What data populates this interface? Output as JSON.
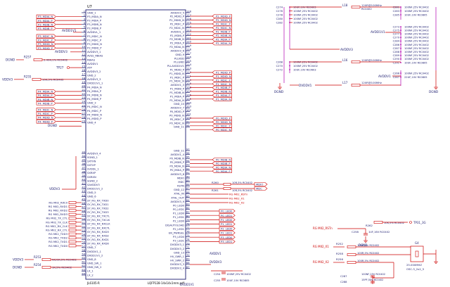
{
  "chip": {
    "ref": "U7",
    "pn": "JL6105-R",
    "pkg": "LQFP128-14x14x1mm.pdf",
    "left_pins": [
      [
        "1",
        "GND_1"
      ],
      [
        "2",
        "P3_MDIA_N"
      ],
      [
        "3",
        "P3_MDIA_P"
      ],
      [
        "4",
        "P3_MDIB_N"
      ],
      [
        "5",
        "P3_MDIB_P"
      ],
      [
        "6",
        "AVDDVL_1"
      ],
      [
        "7",
        "P3_MDIC_N"
      ],
      [
        "8",
        "P3_MDIC_P"
      ],
      [
        "9",
        "P3_MDID_N"
      ],
      [
        "10",
        "P3_MDID_P"
      ],
      [
        "11",
        "AVDDV3_1"
      ],
      [
        "12",
        "AVSS_RBIAS"
      ],
      [
        "13",
        "RBIAS"
      ],
      [
        "14",
        "AVDDV1"
      ],
      [
        "15",
        "ATP"
      ],
      [
        "16",
        "AVDDV3_2"
      ],
      [
        "17",
        "GND_2"
      ],
      [
        "18",
        "AVDDV3_3"
      ],
      [
        "19",
        "DVDD1V1_1"
      ],
      [
        "20",
        "P4_MDIA_N"
      ],
      [
        "21",
        "P4_MDIA_P"
      ],
      [
        "22",
        "P4_MDIB_N"
      ],
      [
        "23",
        "P4_MDIB_P"
      ],
      [
        "24",
        "GND_3"
      ],
      [
        "25",
        "P4_MDIC_N"
      ],
      [
        "26",
        "P4_MDIC_P"
      ],
      [
        "27",
        "P4_MDID_N"
      ],
      [
        "28",
        "P4_MDID_P"
      ],
      [
        "29",
        "GND_4"
      ],
      [
        "33",
        "AVDDV3_4"
      ],
      [
        "34",
        "SGND_1"
      ],
      [
        "35",
        "SXTXN"
      ],
      [
        "36",
        "SXTXP"
      ],
      [
        "37",
        "SVDDL_1"
      ],
      [
        "38",
        "SXRXP"
      ],
      [
        "39",
        "SXRXN"
      ],
      [
        "40",
        "SGND_2"
      ],
      [
        "41",
        "SAVDDV3"
      ],
      [
        "42",
        "DVDD1V1_2"
      ],
      [
        "43",
        "GND_5"
      ],
      [
        "44",
        "GND_6"
      ],
      [
        "45",
        "SY_RG_RX_TXD0"
      ],
      [
        "46",
        "SY_RG_RX_TXD1"
      ],
      [
        "47",
        "SY_RG_RX_TXD2"
      ],
      [
        "48",
        "SY_RG_RX_TXD3"
      ],
      [
        "49",
        "SY_RG_RX_TXCTL"
      ],
      [
        "50",
        "SY_RG_RX_TXCLK"
      ],
      [
        "51",
        "SY_RG_RX_RXCLK"
      ],
      [
        "52",
        "SY_RG_RX_RXCTL"
      ],
      [
        "53",
        "SY_RG_RX_RXD3"
      ],
      [
        "54",
        "SY_RG_RX_RXD2"
      ],
      [
        "55",
        "SY_RG_RX_RXD1"
      ],
      [
        "56",
        "SY_RG_RX_RXD0"
      ],
      [
        "57",
        "GND_7"
      ],
      [
        "58",
        "DVDDV1_1"
      ],
      [
        "59",
        "DVDD1V1_2"
      ],
      [
        "60",
        "GND_8"
      ],
      [
        "61",
        "GND_SW_1"
      ],
      [
        "62",
        "GND_SW_2"
      ],
      [
        "63",
        "LX_1"
      ],
      [
        "64",
        "LX_2"
      ]
    ],
    "right_pins": [
      [
        "128",
        "AVDDV3_5"
      ],
      [
        "127",
        "P2_MDID_P"
      ],
      [
        "126",
        "P2_MDID_N"
      ],
      [
        "125",
        "P2_MDIC_P"
      ],
      [
        "124",
        "P2_MDIC_N"
      ],
      [
        "123",
        "AVDDVL_2"
      ],
      [
        "122",
        "P2_MDIB_P"
      ],
      [
        "121",
        "P2_MDIB_N"
      ],
      [
        "120",
        "P2_MDIA_P"
      ],
      [
        "119",
        "P2_MDIA_N"
      ],
      [
        "118",
        "AVDDV3_6"
      ],
      [
        "117",
        "GND_9"
      ],
      [
        "116",
        "PLLVDD"
      ],
      [
        "115",
        "PLLGND"
      ],
      [
        "114",
        "PLLAVDD1V1"
      ],
      [
        "113",
        "P1_MDID_P"
      ],
      [
        "112",
        "P1_MDID_N"
      ],
      [
        "111",
        "P1_MDIC_P"
      ],
      [
        "110",
        "P1_MDIC_N"
      ],
      [
        "109",
        "AVDDV1_3"
      ],
      [
        "108",
        "P1_MDIB_P"
      ],
      [
        "107",
        "P1_MDIB_N"
      ],
      [
        "106",
        "P1_MDIA_P"
      ],
      [
        "105",
        "P1_MDIA_N"
      ],
      [
        "104",
        "GND_10"
      ],
      [
        "103",
        "AVDDV3_7"
      ],
      [
        "102",
        "P0_MDID_P"
      ],
      [
        "101",
        "P0_MDID_N"
      ],
      [
        "100",
        "P0_MDIC_P"
      ],
      [
        "99",
        "P0_MDIC_N"
      ],
      [
        "98",
        "GND_11"
      ],
      [
        "97",
        "GND_11"
      ],
      [
        "96",
        "AVDDV1_4"
      ],
      [
        "95",
        "P0_MDIB_N"
      ],
      [
        "94",
        "P0_MDIB_P"
      ],
      [
        "93",
        "P0_MDIA_N"
      ],
      [
        "92",
        "P0_MDIA_P"
      ],
      [
        "91",
        "AVDDV3_8"
      ],
      [
        "90",
        "MDIO"
      ],
      [
        "89",
        "MDC"
      ],
      [
        "88",
        "RSTN"
      ],
      [
        "87",
        "GND_12"
      ],
      [
        "86",
        "XTAL_IN"
      ],
      [
        "85",
        "XTAL_OUT"
      ],
      [
        "84",
        "AVDDV3_9"
      ],
      [
        "83",
        "P0_LED0"
      ],
      [
        "82",
        "P0_LED1"
      ],
      [
        "81",
        "P1_LED0"
      ],
      [
        "80",
        "P1_LED1"
      ],
      [
        "79",
        "P2_LED0"
      ],
      [
        "78",
        "DISAUTOLOAD"
      ],
      [
        "77",
        "P2_LED1"
      ],
      [
        "76",
        "EN_PWRSEL"
      ],
      [
        "75",
        "P3_LED0"
      ],
      [
        "74",
        "P3_LED1"
      ],
      [
        "73",
        "DVDDV3_1"
      ],
      [
        "72",
        "DVDDV3_2"
      ],
      [
        "71",
        "GND_13"
      ],
      [
        "70",
        "HV_SWR_1"
      ],
      [
        "69",
        "HV_SWR_2"
      ],
      [
        "68",
        "DVDDV3_3"
      ],
      [
        "67",
        "DVDDV3_4"
      ]
    ]
  },
  "left_nets": {
    "p3_top": [
      "P3_MDIA_N",
      "P3_MDIA_P",
      "P3_MDIB_N",
      "P3_MDIB_P"
    ],
    "p3_bot": [
      "P3_MDIC_N",
      "P3_MDIC_P",
      "P3_MDID_N",
      "P3_MDID_P"
    ],
    "p4_top": [
      "P4_MDIA_N",
      "P4_MDIA_P",
      "P4_MDIB_N",
      "P4_MDIB_P"
    ],
    "p4_bot": [
      "P4_MDIC_N",
      "P4_MDIC_P",
      "P4_MDID_N",
      "P4_MDID_P"
    ],
    "avdd1v1": "AVDD1V1",
    "avddv3": "AVDDV3",
    "dgnd": "DGND",
    "r257": "R257",
    "r257_val": "2.49K,1% RC0402",
    "tp27": "TP27",
    "vddv3": "VDDV3",
    "r255": "R255",
    "r255_val": "10K,5% RC0402",
    "rgmii": [
      "RG MII2_RXC0",
      "RG MII2_RXD1",
      "RG MII2_RXD2",
      "RG MII2_RXD3",
      "RG MII2_TX_CTL",
      "RG MII2_TX_CLK",
      "RG MII2_RX_CLK",
      "RG MII2_RX_CTL",
      "RG MII2_TXD3",
      "RG MII2_TXD2",
      "RG MII2_TXD1",
      "RG MII2_TXD0"
    ],
    "r_bot1": "R253",
    "r_bot1_val": "NC/1K,5% RC0402",
    "r_bot2": "R254",
    "r_bot2_val": "1K,5% RC0402"
  },
  "right_nets": {
    "p2": [
      "P2_MDID_P",
      "P2_MDID_N",
      "P2_MDIC_P",
      "P2_MDIC_N",
      "P2_MDIB_P",
      "P2_MDIB_N",
      "P2_MDIA_P",
      "P2_MDIA_N"
    ],
    "p1": [
      "P1_MDID_P",
      "P1_MDID_N",
      "P1_MDIC_P",
      "P1_MDIC_N",
      "P1_MDIB_P",
      "P1_MDIB_N",
      "P1_MDIA_P",
      "P1_MDIA_N"
    ],
    "p0a": [
      "P0_MDID_P",
      "P0_MDID_N",
      "P0_MDIC_P",
      "P0_MDIC_N"
    ],
    "p0b": [
      "P0_MDIB_N",
      "P0_MDIB_P",
      "P0_MDIA_N",
      "P0_MDIA_P"
    ],
    "r_mdio": "R260",
    "r_mdio_val": "10R,5% RC0402",
    "r_mdc": "R261",
    "r_mdc_val": "10R,5% RC0402",
    "mdio": "MDIO",
    "mdc": "MDC",
    "rstn": "RG MII2_RSTn",
    "x1": "RG MII2_X1",
    "x2": "RG MII2_X2",
    "leds": [
      "P0_LED0",
      "P0_LED1",
      "P1_LED0",
      "P1_LED1",
      "P2_LED0",
      "P2_LED1",
      "P3_LED0",
      "P3_LED1"
    ],
    "avddv1": "AVDDV1",
    "dvddv3": "DVDDV3",
    "dvdd1v1": "DVDD1V1",
    "cap1": "C254",
    "cap1_val": "100NF,25V RC0402",
    "cap2": "C255",
    "cap2_val": "10UF,10V RC0805"
  },
  "power": {
    "caps_top_left": [
      "C274",
      "C276",
      "C278",
      "C280",
      "C282"
    ],
    "caps_top_left_val": [
      "10UF,10V RC0603",
      "100NF,25V RC0402",
      "100NF,25V RC0402",
      "100NF,25V RC0402",
      "100NF,25V RC0402"
    ],
    "l1": "L18",
    "l1_val": "120R@100MHz",
    "r1": "RC0402",
    "caps_top_right": [
      "C281",
      "C283",
      "C285"
    ],
    "caps_top_right_val": [
      "100NF,25V RC0402",
      "100NF,25V RC0402",
      "10UF,10V RC0805"
    ],
    "caps_mid": [
      "C273",
      "C275",
      "C277",
      "C279",
      "C284",
      "C286",
      "C287",
      "C288",
      "C289",
      "C290",
      "C291"
    ],
    "caps_mid_val": [
      "100NF,25V RC0402",
      "100NF,25V RC0402",
      "100NF,25V RC0402",
      "100NF,25V RC0402",
      "100NF,25V RC0402",
      "100NF,25V RC0402",
      "100NF,25V RC0402",
      "100NF,25V RC0402",
      "100NF,25V RC0402",
      "100NF,25V RC0402",
      "10UF,10V RC0805"
    ],
    "avdd1v1": "AVDD1V1",
    "avddv3": "AVDDV3",
    "l2": "L16",
    "l2_val": "120R@100MHz",
    "caps_b_left": [
      "C268",
      "C270",
      "C272"
    ],
    "caps_b_left_val": [
      "100NF,25V RC0402",
      "100NF,25V RC0402",
      "10UF,10V RC0603"
    ],
    "dvddv1": "DVDDV1",
    "l3": "L17",
    "l3_val": "120R@100MHz",
    "caps_b_right": [
      "C266",
      "C267"
    ],
    "caps_b_right_val": [
      "100NF,25V RC0402",
      "22UF,10V RC0805"
    ],
    "avddv1": "AVDDV1",
    "dgnd": "DGND"
  },
  "clock": {
    "rstn": "RG MII2_RSTn",
    "r_rst": "R262",
    "r_rst_val": "10K,5% RC0402",
    "tp": "TP31_3G",
    "c_rst": "C258",
    "c_rst_val": "1UF,16V RC0402",
    "x1": "RG MII2_X1",
    "x2": "RG MII2_X2",
    "r_x1": "R252",
    "r_x1_val": "100R,5% RC0402",
    "r_x2": "R256",
    "r_x2_val": "100R,5% RC0402",
    "r_x3": "R258",
    "r_x3_val": "100R,5% RC0402",
    "xtal": "G4",
    "xtal_freq": "25.000MHZ",
    "xtal_pkg": "OSC-3_2x2_5",
    "c_x1": "C287",
    "c_x1_val": "100NF,25V RC0402",
    "c_x2": "C288",
    "c_x2_val": "15PF,50V RC0402",
    "dgnd": "DGND"
  }
}
